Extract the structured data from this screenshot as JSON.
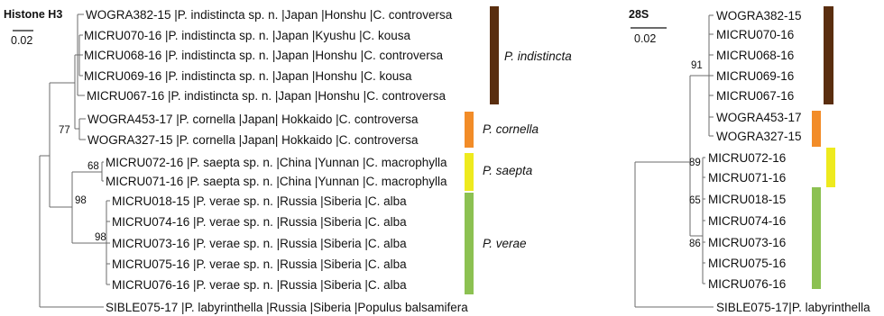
{
  "left_panel": {
    "title": "Histone H3",
    "scale_label": "0.02",
    "taxa": [
      "WOGRA382-15 |P. indistincta sp. n. |Japan |Honshu |C. controversa",
      "MICRU070-16 |P. indistincta sp. n. |Japan |Kyushu |C. kousa",
      "MICRU068-16 |P. indistincta sp. n. |Japan |Honshu |C. controversa",
      "MICRU069-16 |P. indistincta sp. n. |Japan |Honshu |C. kousa",
      "MICRU067-16 |P. indistincta sp. n. |Japan |Honshu |C. controversa",
      "WOGRA453-17 |P. cornella |Japan| Hokkaido |C. controversa",
      "WOGRA327-15 |P. cornella |Japan| Hokkaido |C. controversa",
      "MICRU072-16 |P. saepta sp. n. |China |Yunnan |C. macrophylla",
      "MICRU071-16 |P. saepta sp. n. |China |Yunnan |C. macrophylla",
      "MICRU018-15 |P. verae sp. n. |Russia |Siberia |C. alba",
      "MICRU074-16 |P. verae sp. n. |Russia |Siberia |C. alba",
      "MICRU073-16 |P. verae sp. n. |Russia |Siberia |C. alba",
      "MICRU075-16 |P. verae sp. n. |Russia |Siberia |C. alba",
      "MICRU076-16 |P. verae sp. n. |Russia |Siberia |C. alba",
      "SIBLE075-17 |P. labyrinthella |Russia |Siberia |Populus balsamifera"
    ],
    "bootstrap": [
      "77",
      "68",
      "98",
      "98"
    ]
  },
  "right_panel": {
    "title": "28S",
    "scale_label": "0.02",
    "taxa": [
      "WOGRA382-15",
      "MICRU070-16",
      "MICRU068-16",
      "MICRU069-16",
      "MICRU067-16",
      "WOGRA453-17",
      "WOGRA327-15",
      "MICRU072-16",
      "MICRU071-16",
      "MICRU018-15",
      "MICRU074-16",
      "MICRU073-16",
      "MICRU075-16",
      "MICRU076-16",
      "SIBLE075-17|P. labyrinthella"
    ],
    "bootstrap": [
      "91",
      "89",
      "65",
      "86"
    ]
  },
  "clades": [
    {
      "label": "P.  indistincta",
      "color": "#5a2e0f"
    },
    {
      "label": "P. cornella",
      "color": "#f28c28"
    },
    {
      "label": "P. saepta",
      "color": "#eeea1e"
    },
    {
      "label": "P. verae",
      "color": "#8cc152"
    }
  ]
}
